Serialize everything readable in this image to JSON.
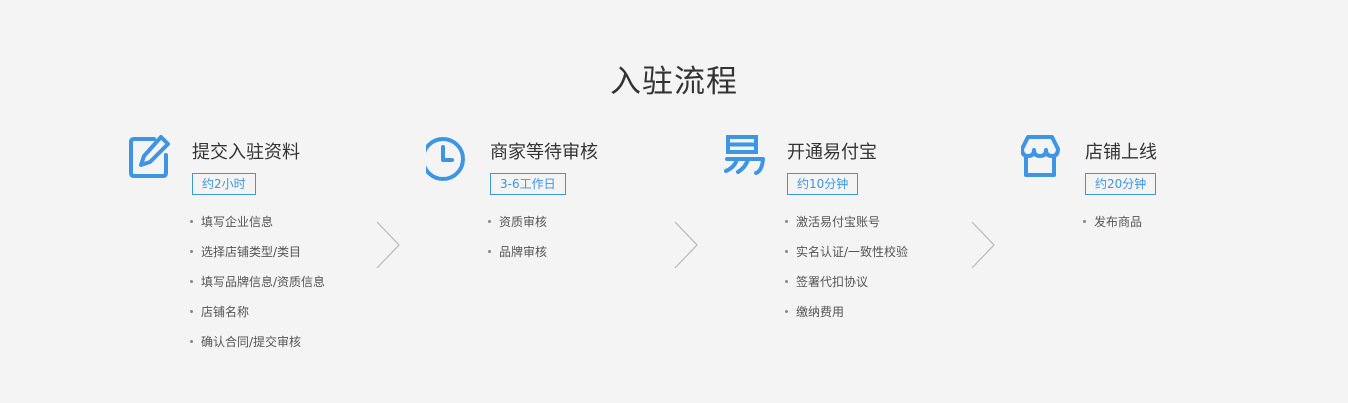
{
  "title": "入驻流程",
  "accent_color": "#3d95e3",
  "steps": [
    {
      "icon": "edit-icon",
      "name": "提交入驻资料",
      "duration": "约2小时",
      "items": [
        "填写企业信息",
        "选择店铺类型/类目",
        "填写品牌信息/资质信息",
        "店铺名称",
        "确认合同/提交审核"
      ]
    },
    {
      "icon": "clock-icon",
      "name": "商家等待审核",
      "duration": "3-6工作日",
      "items": [
        "资质审核",
        "品牌审核"
      ]
    },
    {
      "icon": "yi-logo-icon",
      "name": "开通易付宝",
      "duration": "约10分钟",
      "items": [
        "激活易付宝账号",
        "实名认证/一致性校验",
        "签署代扣协议",
        "缴纳费用"
      ]
    },
    {
      "icon": "store-icon",
      "name": "店铺上线",
      "duration": "约20分钟",
      "items": [
        "发布商品"
      ]
    }
  ]
}
